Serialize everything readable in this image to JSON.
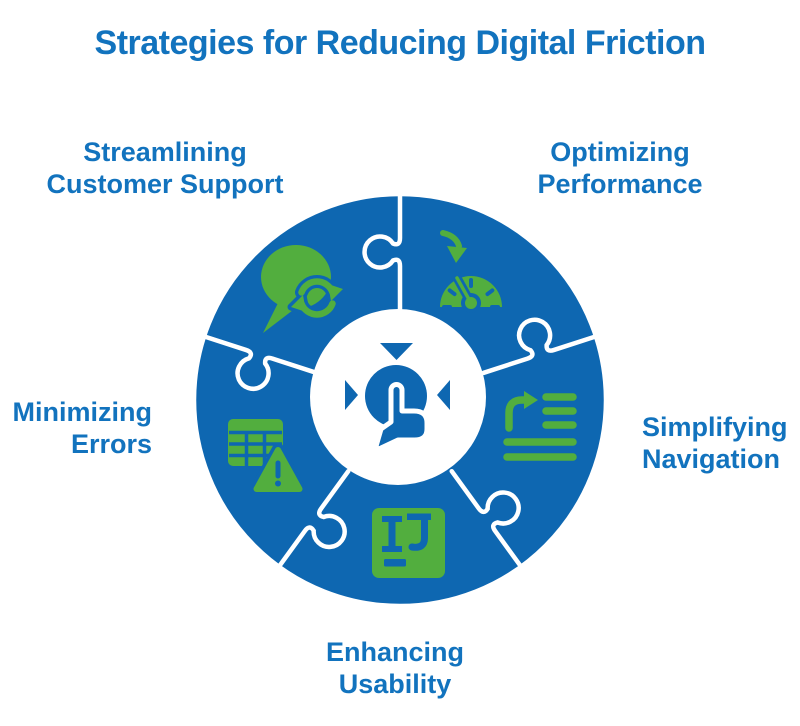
{
  "title": "Strategies for Reducing Digital Friction",
  "colors": {
    "blue": "#0E67B1",
    "green": "#52AE3E",
    "text_blue": "#1273BE",
    "white": "#FFFFFF"
  },
  "diagram": {
    "type": "puzzle-wheel",
    "center": {
      "icon": "touch-tap-icon",
      "description": "white hub circle with blue tap-hand icon and three inward-pointing triangles"
    },
    "segments": [
      {
        "position": "top-left",
        "icon": "chat-refresh-icon",
        "label": "Streamlining Customer Support",
        "label_lines": [
          "Streamlining",
          "Customer Support"
        ]
      },
      {
        "position": "top-right",
        "icon": "speedometer-icon",
        "label": "Optimizing Performance",
        "label_lines": [
          "Optimizing",
          "Performance"
        ]
      },
      {
        "position": "right",
        "icon": "navigation-list-icon",
        "label": "Simplifying Navigation",
        "label_lines": [
          "Simplifying",
          "Navigation"
        ]
      },
      {
        "position": "bottom",
        "icon": "text-edit-ij-icon",
        "label": "Enhancing Usability",
        "label_lines": [
          "Enhancing",
          "Usability"
        ]
      },
      {
        "position": "left",
        "icon": "table-warning-icon",
        "label": "Minimizing Errors",
        "label_lines": [
          "Minimizing",
          "Errors"
        ]
      }
    ]
  }
}
